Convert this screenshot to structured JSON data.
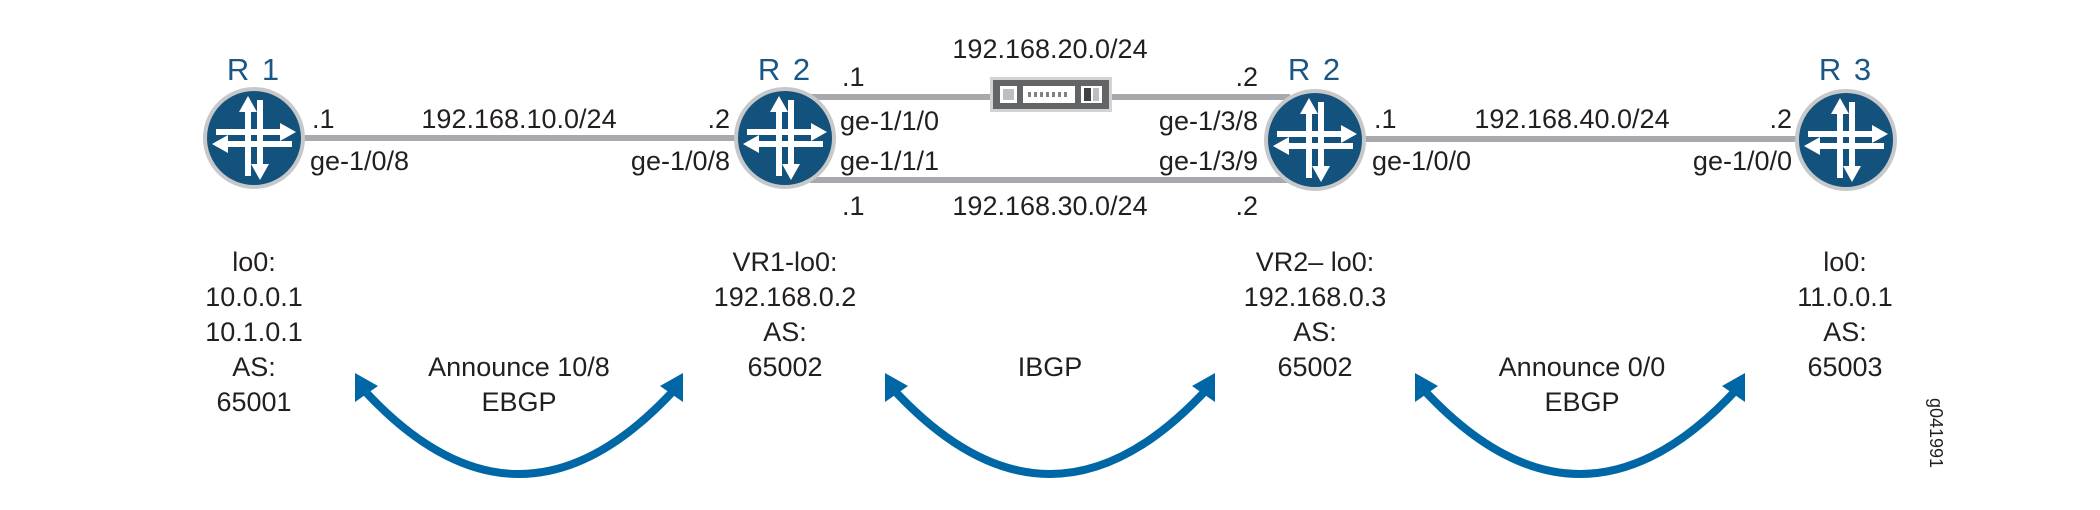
{
  "colors": {
    "router_fill": "#13527c",
    "router_ring": "#c6c8ca",
    "link": "#a7a9ac",
    "arc": "#0067a6",
    "router_label": "#1a5784"
  },
  "routers": [
    {
      "name": "R 1",
      "info": [
        "lo0:",
        "10.0.0.1",
        "10.1.0.1",
        "AS:",
        "65001"
      ]
    },
    {
      "name": "R 2",
      "info": [
        "VR1-lo0:",
        "192.168.0.2",
        "AS:",
        "65002"
      ]
    },
    {
      "name": "R 2",
      "info": [
        "VR2– lo0:",
        "192.168.0.3",
        "AS:",
        "65002"
      ]
    },
    {
      "name": "R 3",
      "info": [
        "lo0:",
        "11.0.0.1",
        "AS:",
        "65003"
      ]
    }
  ],
  "links": {
    "r1_r2": {
      "subnet": "192.168.10.0/24",
      "left_host": ".1",
      "right_host": ".2",
      "left_if": "ge-1/0/8",
      "right_if": "ge-1/0/8"
    },
    "top": {
      "subnet": "192.168.20.0/24",
      "left_host": ".1",
      "right_host": ".2",
      "left_if": "ge-1/1/0",
      "right_if": "ge-1/3/8"
    },
    "bottom": {
      "subnet": "192.168.30.0/24",
      "left_host": ".1",
      "right_host": ".2",
      "left_if": "ge-1/1/1",
      "right_if": "ge-1/3/9"
    },
    "r2_r3": {
      "subnet": "192.168.40.0/24",
      "left_host": ".1",
      "right_host": ".2",
      "left_if": "ge-1/0/0",
      "right_if": "ge-1/0/0"
    }
  },
  "sessions": [
    {
      "lines": [
        "Announce 10/8",
        "EBGP"
      ]
    },
    {
      "lines": [
        "IBGP"
      ]
    },
    {
      "lines": [
        "Announce 0/0",
        "EBGP"
      ]
    }
  ],
  "figure_id": "g041991"
}
